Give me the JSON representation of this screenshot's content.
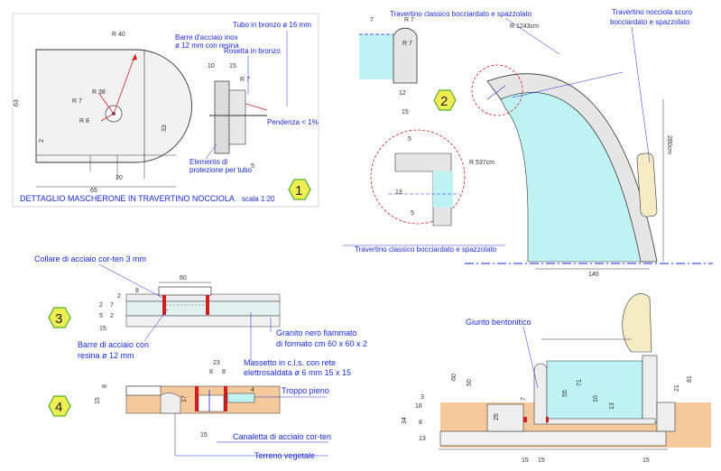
{
  "detail1": {
    "title": "DETTAGLIO MASCHERONE IN TRAVERTINO NOCCIOLA",
    "scale": "scala 1:20",
    "badge": "1",
    "notes": {
      "bars": "Barre d'acciaio inox",
      "bars2": "ø 12 mm con resina",
      "tube": "Tubo in bronzo ø 16 mm",
      "rosette": "Rosetta in bronzo",
      "slope": "Pendenza < 1%",
      "protect1": "Elemento di",
      "protect2": "protezione per tubo"
    },
    "dims": {
      "r40": "R 40",
      "r38": "R 38",
      "r7": "R 7",
      "r8": "R 8",
      "d63": "63",
      "d33": "33",
      "d2": "2",
      "d20": "20",
      "d65": "65",
      "d10": "10",
      "d15": "15",
      "r7b": "R 7",
      "d5": "5"
    }
  },
  "detail2": {
    "badge": "2",
    "title_top": "Travertino classico bocciardato e spazzolato",
    "title_right1": "Travertino nocciola scuro",
    "title_right2": "bocciardato e spazzolato",
    "title_bottom": "Travertino classico bocciardato e spazzolato",
    "dims": {
      "d7": "7",
      "r7": "R 7",
      "r7b": "R 7",
      "d12": "12",
      "d15": "15",
      "r1243": "R 1243cm",
      "r537": "R 537cm",
      "d280": "280cm",
      "d140": "140",
      "d5a": "5",
      "d13": "13",
      "d5b": "5"
    }
  },
  "detail3": {
    "badge": "3",
    "collar": "Collare di acciaio cor-ten 3 mm",
    "bars1": "Barre di acciaio con",
    "bars2": "resina ø 12 mm",
    "granite1": "Granito nero fiammato",
    "granite2": "di formato cm 60 x 60 x 2",
    "screed1": "Massetto in c.l.s. con rete",
    "screed2": "elettrosaldata ø 6 mm 15 x 15",
    "dims": {
      "d60": "60",
      "d2": "2",
      "d7": "7",
      "d8": "8",
      "d2b": "2",
      "d5": "5",
      "d15": "15",
      "d2c": "2"
    }
  },
  "detail4": {
    "badge": "4",
    "overflow": "Troppo pieno",
    "channel": "Canaletta di acciaio cor-ten",
    "soil": "Terreno vegetale",
    "dims": {
      "d23": "23",
      "d8": "8",
      "d8b": "8",
      "d15": "15",
      "d8c": "8",
      "d17": "17",
      "d4": "4",
      "d15b": "15"
    }
  },
  "detail5": {
    "joint": "Giunto bentonitico",
    "dims": {
      "d60": "60",
      "d50": "50",
      "d18": "18",
      "d3": "3",
      "d34": "34",
      "d8": "8",
      "d13": "13",
      "d25": "25",
      "d7": "7",
      "d55": "55",
      "d71": "71",
      "d10": "10",
      "d13b": "13",
      "d81": "81",
      "d21": "21",
      "d15a": "15",
      "d15b": "15",
      "d15c": "15"
    }
  }
}
